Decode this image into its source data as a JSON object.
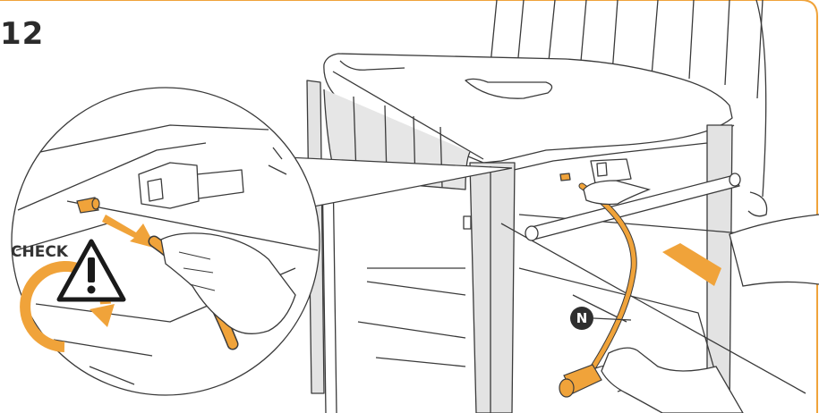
{
  "step": {
    "number": "12"
  },
  "zoom_inset": {
    "check_label": "CHECK"
  },
  "callout": {
    "letter": "N"
  },
  "colors": {
    "accent_orange": "#F0A33A",
    "line": "#3a3a3a",
    "leg_grey": "#d9d9d9",
    "body_white": "#ffffff"
  },
  "icons": [
    "warning-triangle-icon",
    "rotate-arrow-icon",
    "push-arrow-icon"
  ]
}
